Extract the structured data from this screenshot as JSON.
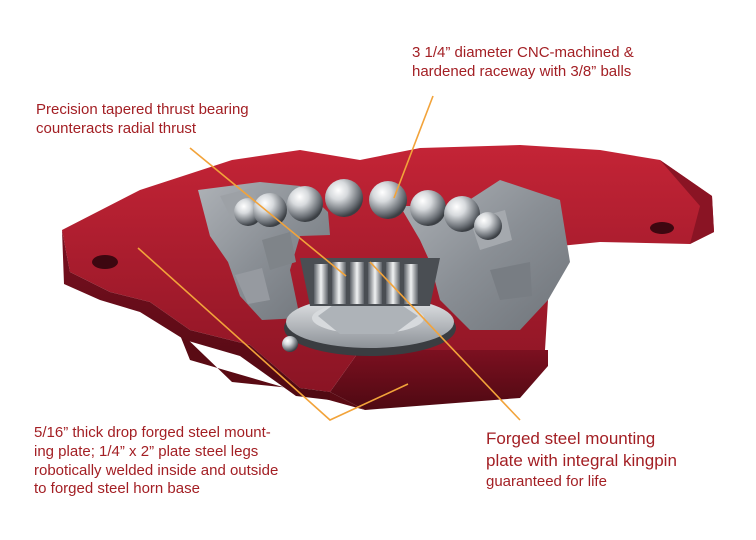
{
  "image": {
    "subject": "cutaway-3d-render",
    "colors": {
      "label_text": "#a31f24",
      "leader_line": "#f2a33a",
      "base_red": "#a3192c",
      "base_red_dark": "#6e0f1c",
      "steel_gray": "#8f949a",
      "steel_light": "#c9ccd0",
      "background": "#ffffff"
    }
  },
  "callouts": {
    "raceway": {
      "line1": "3 1/4” diameter CNC-machined  &",
      "line2": "hardened raceway with 3/8” balls"
    },
    "bearing": {
      "line1": "Precision tapered thrust bearing",
      "line2": "counteracts radial thrust"
    },
    "plate": {
      "line1": "5/16” thick drop forged steel mount-",
      "line2": "ing plate; 1/4” x 2” plate steel legs",
      "line3": "robotically welded inside and outside",
      "line4": "to forged steel horn base"
    },
    "kingpin": {
      "line1": "Forged steel mounting",
      "line2": "plate with integral kingpin",
      "line3": "guaranteed for life"
    }
  }
}
